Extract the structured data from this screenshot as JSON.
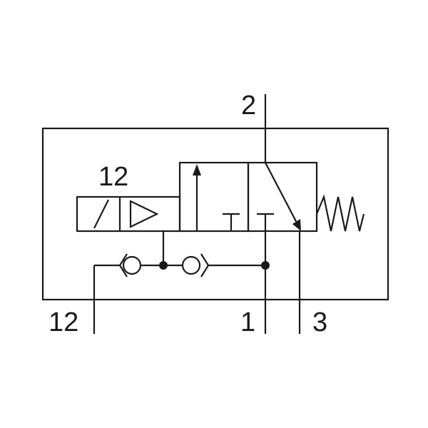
{
  "diagram": {
    "port_labels": {
      "port_2": "2",
      "port_1": "1",
      "port_3": "3",
      "port_12_external": "12",
      "solenoid_12": "12"
    }
  },
  "colors": {
    "line": "#1a1a1a",
    "background": "#ffffff"
  },
  "icons": [
    "solenoid-icon",
    "spring-icon",
    "check-valve-icon",
    "arrow-icon"
  ]
}
